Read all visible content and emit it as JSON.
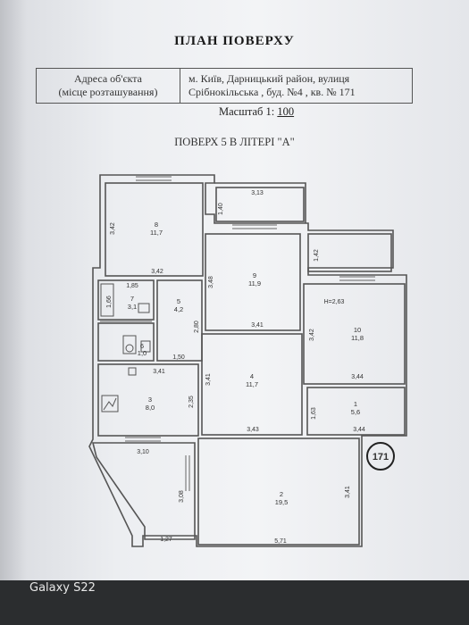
{
  "header": {
    "title": "ПЛАН ПОВЕРХУ",
    "address_label_1": "Адреса об'єкта",
    "address_label_2": "(місце розташування)",
    "address_value_1": "м. Київ, Дарницький район, вулиця",
    "address_value_2": "Срібнокільська , буд. №4 , кв. № 171",
    "scale_label": "Масштаб 1:",
    "scale_value": "100",
    "floor_title": "ПОВЕРХ 5 В ЛІТЕРІ \"А\""
  },
  "rooms": [
    {
      "id": "8",
      "area": "11,7"
    },
    {
      "id": "9",
      "area": "11,9"
    },
    {
      "id": "7",
      "area": "3,1"
    },
    {
      "id": "5",
      "area": "4,2"
    },
    {
      "id": "6",
      "area": "1,0"
    },
    {
      "id": "10",
      "area": "11,8"
    },
    {
      "id": "3",
      "area": "8,0"
    },
    {
      "id": "4",
      "area": "11,7"
    },
    {
      "id": "1",
      "area": "5,6"
    },
    {
      "id": "2",
      "area": "19,5"
    }
  ],
  "dimensions": {
    "d_3_13": "3,13",
    "d_1_40": "1,40",
    "d_3_42_a": "3,42",
    "d_1_42": "1,42",
    "d_3_42_b": "3,42",
    "d_3_48": "3,48",
    "d_1_85": "1,85",
    "d_1_66": "1,66",
    "d_2_80": "2,80",
    "d_3_41_a": "3,41",
    "d_h": "H=2,63",
    "d_3_42_c": "3,42",
    "d_1_50": "1,50",
    "d_3_41_b": "3,41",
    "d_3_41_c": "3,41",
    "d_3_44_a": "3,44",
    "d_2_35": "2,35",
    "d_1_63": "1,63",
    "d_3_43": "3,43",
    "d_3_44_b": "3,44",
    "d_3_10": "3,10",
    "d_3_08": "3,08",
    "d_1_27": "1,27",
    "d_3_41_d": "3,41",
    "d_5_71": "5,71"
  },
  "apartment_number": "171",
  "device_brand": "Galaxy S22"
}
